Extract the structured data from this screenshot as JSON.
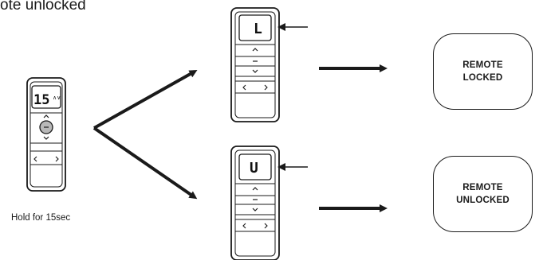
{
  "header_text": "ote unlocked",
  "caption": "Hold for 15sec",
  "start_remote": {
    "display_primary": "15",
    "display_secondary": "∧∨"
  },
  "locked_remote": {
    "display": "L"
  },
  "unlocked_remote": {
    "display": "U"
  },
  "outcomes": {
    "locked_line1": "REMOTE",
    "locked_line2": "LOCKED",
    "unlocked_line1": "REMOTE",
    "unlocked_line2": "UNLOCKED"
  },
  "colors": {
    "stroke": "#1a1a1a",
    "highlight_button": "#b8b8b8",
    "background": "#ffffff"
  }
}
